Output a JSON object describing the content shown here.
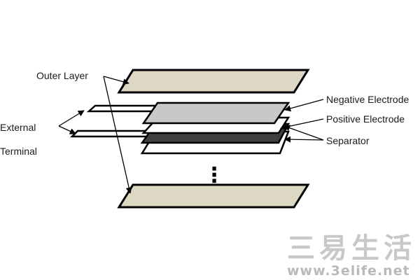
{
  "labels": {
    "outer_layer": "Outer Layer",
    "negative_electrode": "Negative Electrode",
    "positive_electrode": "Positive Electrode",
    "separator": "Separator",
    "external": "External",
    "terminal": "Terminal",
    "ellipsis": "⋮"
  },
  "watermark": {
    "logo_text": "三易生活",
    "url": "www.3elife.net"
  },
  "colors": {
    "outer_layer": "#ddd8c4",
    "negative_electrode": "#c8c8c8",
    "positive_electrode": "#ffffff",
    "separator": "#404040",
    "bottom_sheet": "#ffffff",
    "outline": "#000000"
  }
}
